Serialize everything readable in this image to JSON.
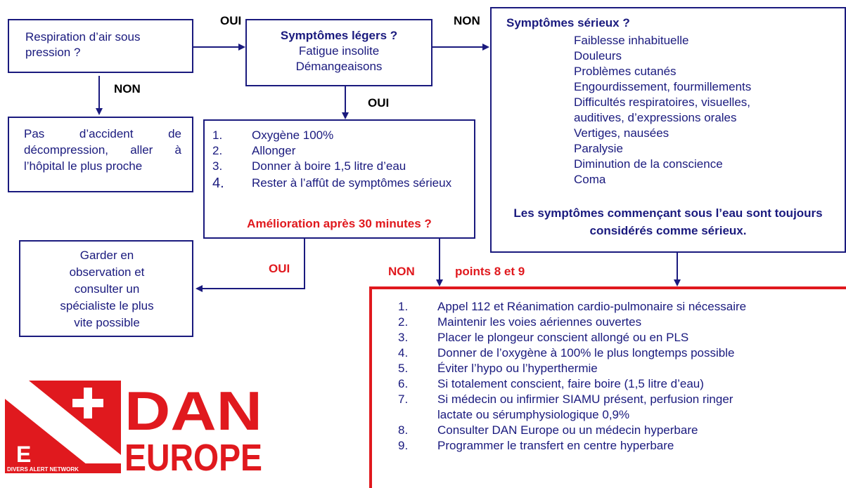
{
  "q1": {
    "text": "Respiration d’air sous pression ?"
  },
  "q2": {
    "title": "Symptômes légers ?",
    "items": [
      "Fatigue insolite",
      "Démangeaisons"
    ]
  },
  "q3": {
    "title": "Symptômes sérieux ?",
    "items": [
      "Faiblesse inhabituelle",
      "Douleurs",
      "Problèmes cutanés",
      "Engourdissement, fourmillements",
      "Difficultés respiratoires, visuelles,",
      "auditives, d’expressions orales",
      "Vertiges, nausées",
      "Paralysie",
      "Diminution de la conscience",
      "Coma"
    ],
    "footer": "Les symptômes commençant sous l’eau sont toujours considérés comme sérieux."
  },
  "no_accident": {
    "text": "Pas d’accident de décompression, aller à l’hôpital le plus proche"
  },
  "first_aid": {
    "items": [
      {
        "num": "1.",
        "text": "Oxygène 100%"
      },
      {
        "num": "2.",
        "text": "Allonger"
      },
      {
        "num": "3.",
        "text": "Donner à boire 1,5 litre d’eau"
      },
      {
        "num": "4.",
        "text": "Rester à l’affût de symptômes sérieux"
      }
    ],
    "question": "Amélioration après 30  minutes ?"
  },
  "observation": {
    "text": "Garder en observation et consulter un spécialiste le plus vite possible"
  },
  "emergency": {
    "items": [
      {
        "num": "1.",
        "text": "Appel 112 et Réanimation cardio-pulmonaire si nécessaire"
      },
      {
        "num": "2.",
        "text": "Maintenir les voies aériennes ouvertes"
      },
      {
        "num": "3.",
        "text": "Placer le plongeur conscient allongé ou en PLS"
      },
      {
        "num": "4.",
        "text": "Donner de l’oxygène à 100% le plus longtemps possible"
      },
      {
        "num": "5.",
        "text": "Éviter l’hypo ou l’hyperthermie"
      },
      {
        "num": "6.",
        "text": "Si totalement conscient, faire boire (1,5 litre d’eau)"
      },
      {
        "num": "7.",
        "text": "Si médecin ou infirmier SIAMU présent, perfusion ringer lactate ou sérumphysiologique 0,9%"
      },
      {
        "num": "8.",
        "text": "Consulter DAN Europe ou un médecin hyperbare"
      },
      {
        "num": "9.",
        "text": "Programmer le transfert en centre hyperbare"
      }
    ]
  },
  "labels": {
    "oui_top": "OUI",
    "non_top": "NON",
    "non_down": "NON",
    "oui_mid": "OUI",
    "oui_left": "OUI",
    "non_bottom": "NON",
    "points": "points 8 et 9"
  },
  "logo": {
    "text": "DAN EUROPE",
    "letter": "E",
    "tagline": "DIVERS ALERT NETWORK"
  },
  "colors": {
    "blue": "#1a1a7e",
    "red": "#e0191e"
  }
}
